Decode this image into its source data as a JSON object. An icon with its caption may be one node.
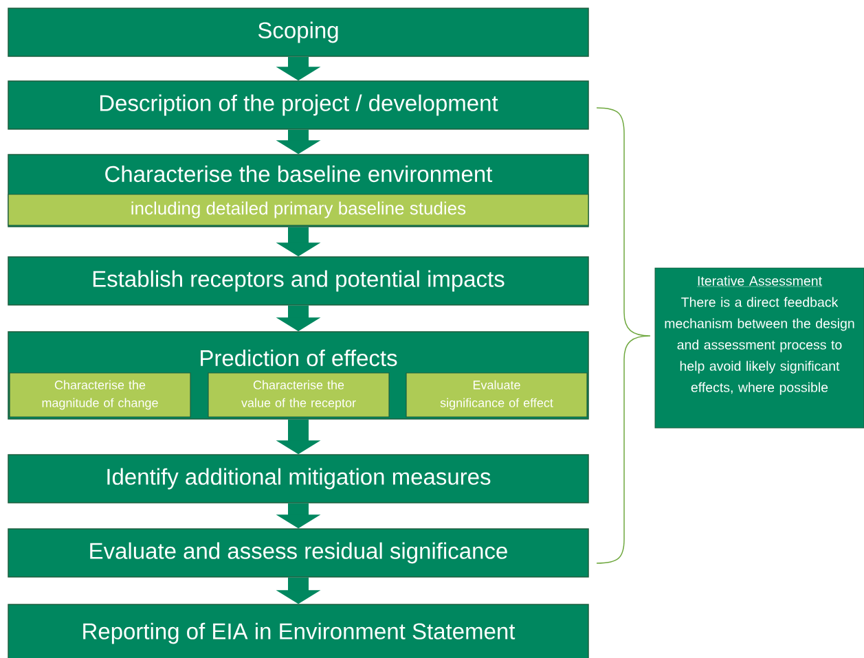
{
  "diagram": {
    "nodes": [
      {
        "text": [
          "Scoping"
        ]
      },
      {
        "text": [
          "Description of the project / development"
        ]
      },
      {
        "text": [
          "Characterise the baseline environment"
        ]
      },
      {
        "text": [
          "including detailed primary baseline studies"
        ],
        "in": 2
      },
      {
        "text": [
          "Establish receptors and potential impacts"
        ]
      },
      {
        "text": [
          "Prediction of effects"
        ]
      },
      {
        "text": [
          "Characterise the magnitude of change"
        ],
        "in": 5
      },
      {
        "text": [
          "Characterise the value of the receptor"
        ],
        "in": 5
      },
      {
        "text": [
          "Evaluate significance of effect"
        ],
        "in": 5
      },
      {
        "text": [
          "Identify additional mitigation measures"
        ]
      },
      {
        "text": [
          "Evaluate and assess residual significance"
        ]
      },
      {
        "text": [
          "Reporting of EIA in Environment Statement"
        ]
      },
      {
        "text": [
          "Iterative Assessment",
          "There is a direct feedback mechanism between the design and assessment process to help avoid likely significant effects, where possible"
        ]
      }
    ],
    "edges": [
      {
        "from": 0,
        "to": 1,
        "arrow": "to"
      },
      {
        "from": 1,
        "to": 2,
        "arrow": "to"
      },
      {
        "from": 2,
        "to": 4,
        "arrow": "to"
      },
      {
        "from": 4,
        "to": 5,
        "arrow": "to"
      },
      {
        "from": 5,
        "to": 9,
        "arrow": "to"
      },
      {
        "from": 9,
        "to": 10,
        "arrow": "to"
      },
      {
        "from": 10,
        "to": 11,
        "arrow": "to"
      }
    ]
  }
}
